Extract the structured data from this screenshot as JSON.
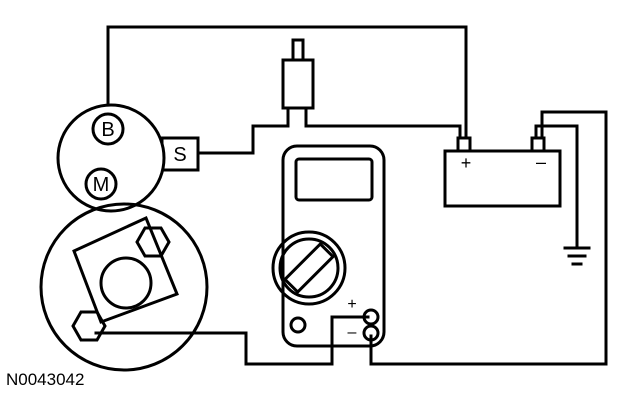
{
  "solenoid": {
    "battery_terminal": "B",
    "motor_terminal": "M",
    "start_terminal": "S"
  },
  "battery": {
    "positive_label": "+",
    "negative_label": "–"
  },
  "meter": {
    "positive_label": "+",
    "negative_label": "–"
  },
  "figure_id": "N0043042",
  "colors": {
    "line": "#000000",
    "background": "#ffffff"
  }
}
